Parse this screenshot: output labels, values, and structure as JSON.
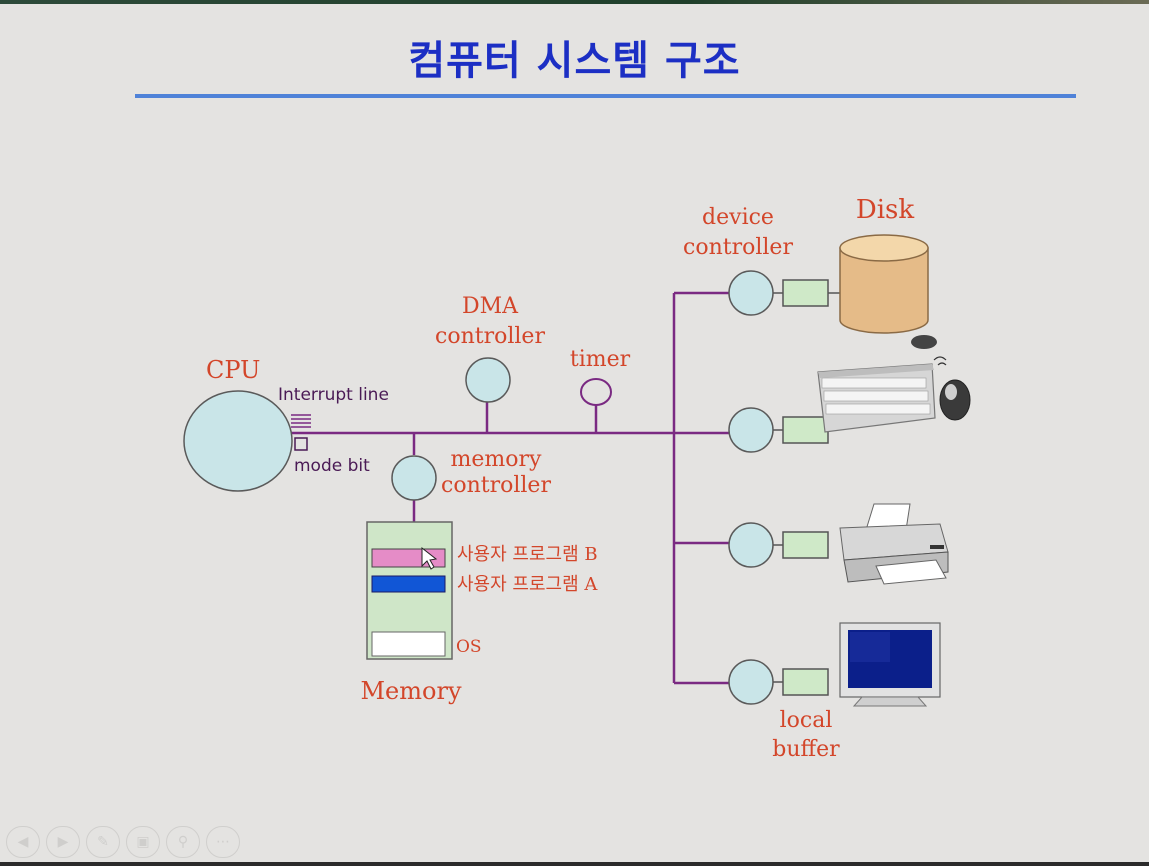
{
  "title": "컴퓨터 시스템 구조",
  "labels": {
    "cpu": "CPU",
    "interrupt_line": "Interrupt line",
    "mode_bit": "mode bit",
    "dma_1": "DMA",
    "dma_2": "controller",
    "timer": "timer",
    "memctl_1": "memory",
    "memctl_2": "controller",
    "memory": "Memory",
    "prog_b": "사용자 프로그램 B",
    "prog_a": "사용자 프로그램 A",
    "os": "OS",
    "devctl_1": "device",
    "devctl_2": "controller",
    "disk": "Disk",
    "localbuf_1": "local",
    "localbuf_2": "buffer"
  },
  "nav_icons": [
    "prev-icon",
    "next-icon",
    "pen-icon",
    "slides-icon",
    "zoom-icon",
    "more-icon"
  ],
  "colors": {
    "title": "#1c2fc4",
    "bus": "#7a2a82",
    "node_fill": "#c9e5e8",
    "label_red": "#d3462a",
    "label_purple": "#4a1a55",
    "buffer_fill": "#cfe9c8",
    "memory_fill": "#cfe6c8",
    "prog_b": "#e58cc7",
    "prog_a": "#1156d6",
    "disk": "#e5bb88"
  }
}
